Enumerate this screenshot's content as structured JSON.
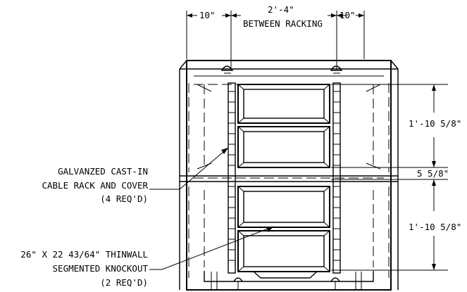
{
  "dimensions": {
    "left_offset": "10\"",
    "between_racking": "2'-4\"",
    "between_racking_caption": "BETWEEN RACKING",
    "right_offset": "10\"",
    "upper_height": "1'-10 5/8\"",
    "gap": "5 5/8\"",
    "lower_height": "1'-10 5/8\""
  },
  "callouts": {
    "cable_rack": [
      "GALVANZED CAST-IN",
      "CABLE RACK AND COVER",
      "(4 REQ'D)"
    ],
    "knockout": [
      "26\" X 22 43/64\" THINWALL",
      "SEGMENTED KNOCKOUT",
      "(2 REQ'D)"
    ]
  }
}
